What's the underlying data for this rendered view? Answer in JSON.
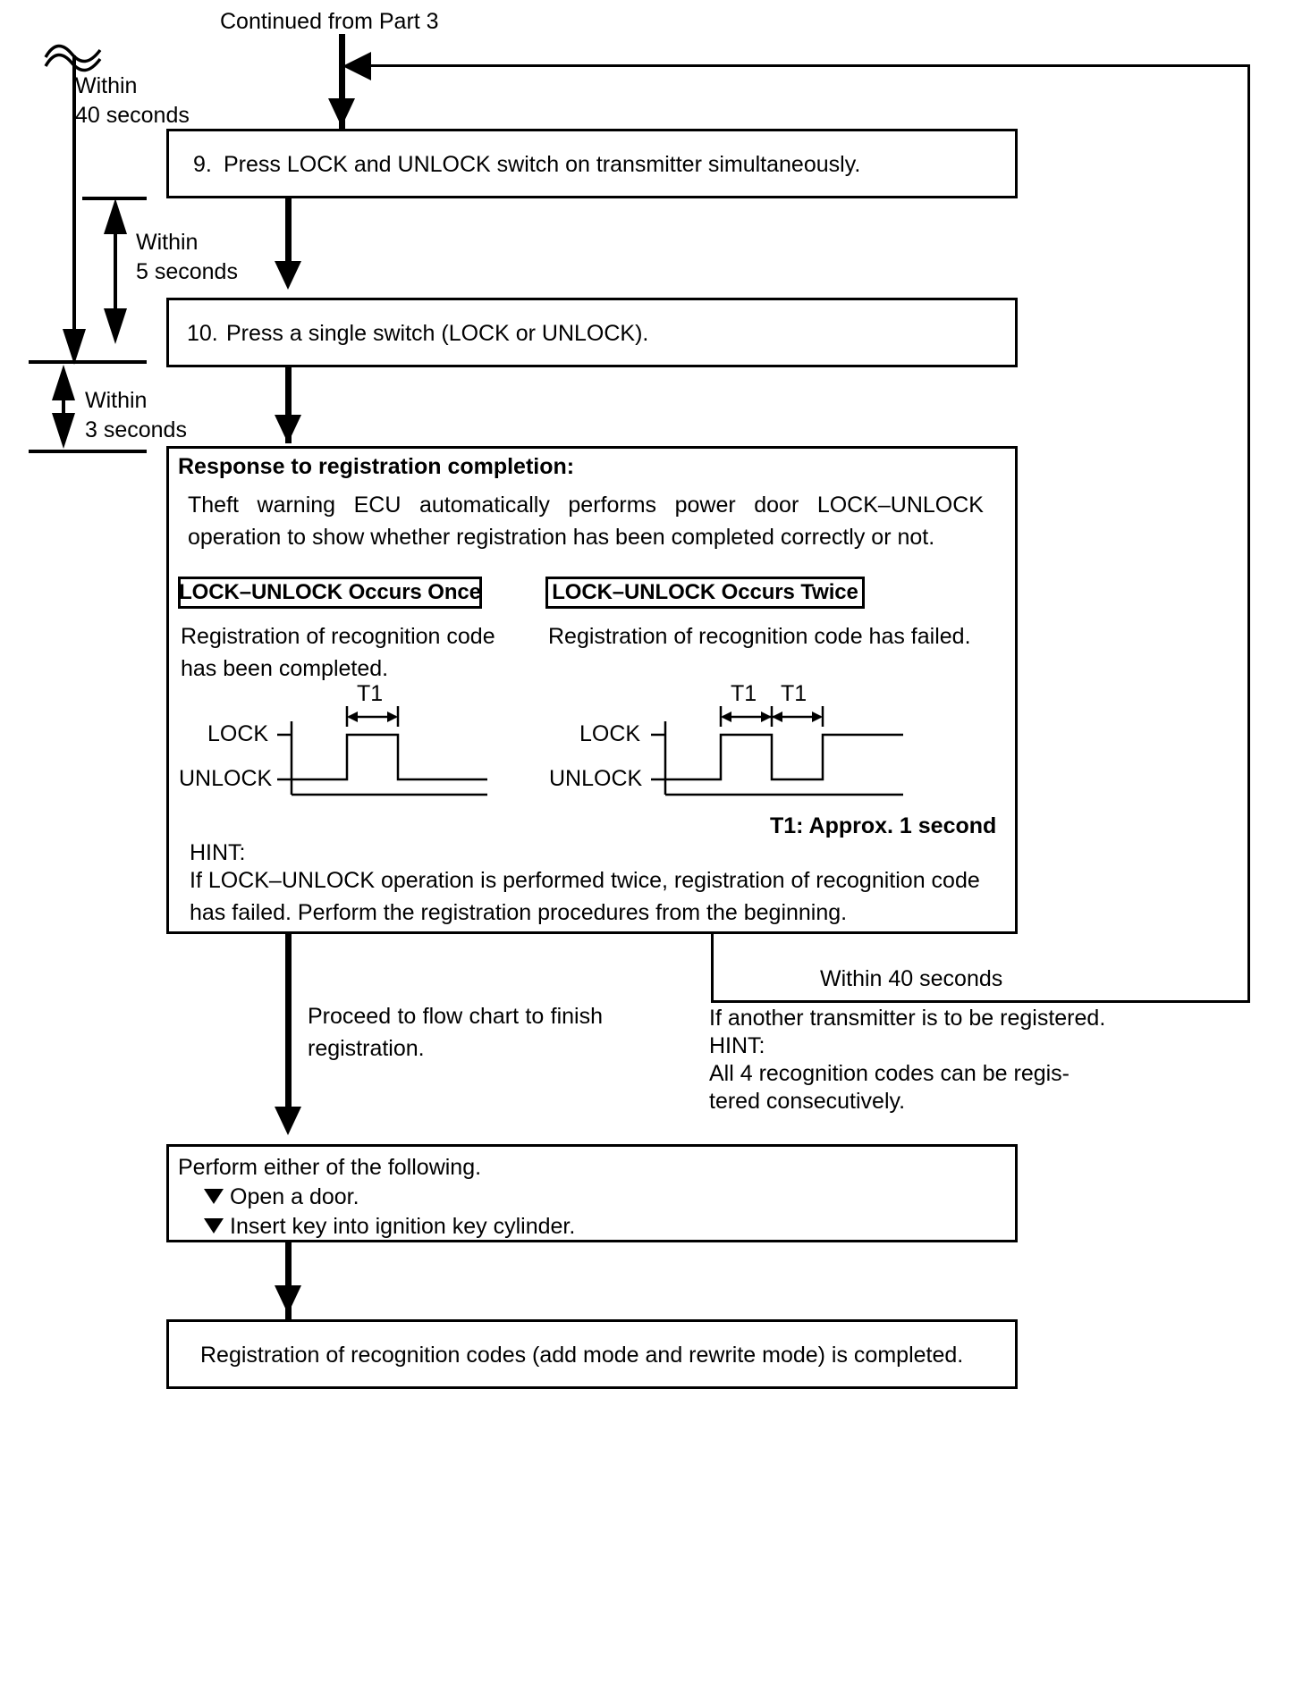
{
  "header": {
    "continued_from": "Continued from Part 3"
  },
  "timing_markers": [
    {
      "id": "within-40-seconds",
      "label": "Within\n40 seconds"
    },
    {
      "id": "within-5-seconds",
      "label": "Within\n5 seconds"
    },
    {
      "id": "within-3-seconds",
      "label": "Within\n3 seconds"
    }
  ],
  "steps": [
    {
      "number": "9.",
      "text": "Press LOCK and UNLOCK switch on transmitter simultaneously."
    },
    {
      "number": "10.",
      "text": "Press a single switch (LOCK or UNLOCK)."
    }
  ],
  "response_panel": {
    "title": "Response to registration completion:",
    "description": "Theft warning ECU automatically performs power door LOCK–UNLOCK operation to show whether registration has been completed correctly or not.",
    "cases": [
      {
        "tag": "LOCK–UNLOCK Occurs Once",
        "description": "Registration of recognition code has been completed.",
        "waveform": {
          "type": "pulse-train",
          "pulses": 1,
          "high_label": "LOCK",
          "low_label": "UNLOCK",
          "span_labels": [
            "T1"
          ]
        }
      },
      {
        "tag": "LOCK–UNLOCK Occurs Twice",
        "description": "Registration of recognition code has failed.",
        "waveform": {
          "type": "pulse-train",
          "pulses": 2,
          "high_label": "LOCK",
          "low_label": "UNLOCK",
          "span_labels": [
            "T1",
            "T1"
          ]
        }
      }
    ],
    "t1_note": "T1: Approx. 1 second",
    "hint_label": "HINT:",
    "hint_text": "If LOCK–UNLOCK operation is performed twice, registration of recognition code has failed. Perform the registration procedures from the beginning."
  },
  "branches": {
    "left": {
      "text": "Proceed to flow chart to finish registration."
    },
    "right": {
      "loop_label": "Within 40 seconds",
      "line1": "If another transmitter is to be registered.",
      "hint_label": "HINT:",
      "line2": "All 4 recognition codes can be regis-",
      "line3": "tered consecutively."
    }
  },
  "final_steps": {
    "perform_box": {
      "intro": "Perform either of the following.",
      "items": [
        "Open a door.",
        "Insert key into ignition key cylinder."
      ]
    },
    "completion_box": {
      "text": "Registration of recognition codes (add mode and rewrite mode) is completed."
    }
  },
  "colors": {
    "ink": "#000000",
    "paper": "#ffffff"
  }
}
